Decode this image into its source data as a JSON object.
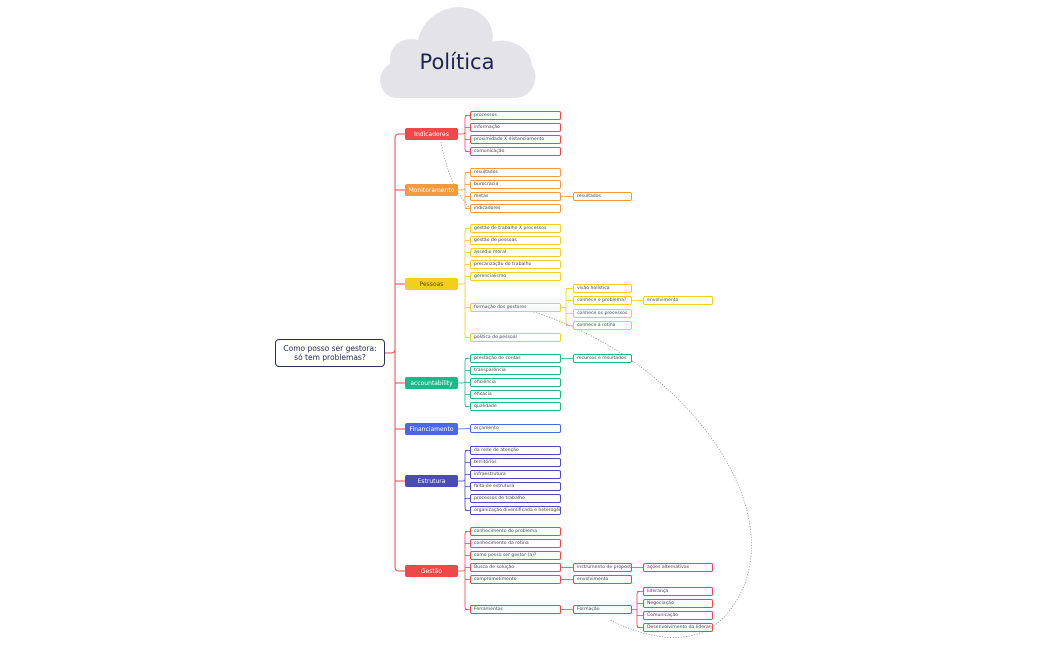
{
  "title": "Política",
  "root": "Como posso ser gestora:\nsó tem problemas?",
  "colors": {
    "indicadores": "#f04848",
    "monitoramento": "#f29a3c",
    "pessoas": "#f2cf1d",
    "accountability": "#1cb988",
    "financiamento": "#4a67e6",
    "estrutura": "#4a4ab8",
    "gestao": "#f04848",
    "root_border": "#2a2f55",
    "cloud": "#e4e4e8",
    "trunk": "#f04848"
  },
  "categories": {
    "indicadores": {
      "label": "Indicadores",
      "items": [
        "processos",
        "informação",
        "proximidade X distanciamento",
        "comunicação"
      ]
    },
    "monitoramento": {
      "label": "Monitoramento",
      "items": [
        "resultados",
        "burocracia",
        "metas",
        "indicadores"
      ],
      "sub": {
        "metas": "resultados"
      }
    },
    "pessoas": {
      "label": "Pessoas",
      "items": [
        "gestão de trabalho X processos",
        "gestão de pessoas",
        "assedio moral",
        "precarização do trabalho",
        "gerencialismo",
        "formação dos gestores",
        "politica de pessoal"
      ],
      "formacao_sub": [
        "visão holística",
        "conhece o problema?",
        "conhece os processos",
        "conhece a rotina"
      ],
      "problema_sub": "envolvimento"
    },
    "accountability": {
      "label": "accountability",
      "items": [
        "prestação de contas",
        "transparência",
        "eficiência",
        "eficacia",
        "qualidade"
      ],
      "sub": {
        "prestação de contas": "recursos e resultados"
      }
    },
    "financiamento": {
      "label": "Financiamento",
      "items": [
        "orçamento"
      ]
    },
    "estrutura": {
      "label": "Estrutura",
      "items": [
        "da rede de atenção",
        "territórios",
        "infraestrutura",
        "falta de estrutura",
        "processos de trabalho",
        "organização diversificada e heterogênea"
      ]
    },
    "gestao": {
      "label": "Gestão",
      "items": [
        "conhecimento do problema",
        "conhecimento da rotina",
        "como posso ser gestor (a)?",
        "Busca de solução",
        "comprometimento",
        "Ferramentas"
      ],
      "busca_sub": "instrumento de proposta",
      "busca_sub2": "ações alternativas",
      "compromisso_sub": "envolvimento",
      "ferramentas_sub": "Formação",
      "formacao_sub": [
        "liderança",
        "Negociação",
        "Comunicação",
        "Desenvolvimento da liderança"
      ]
    }
  }
}
